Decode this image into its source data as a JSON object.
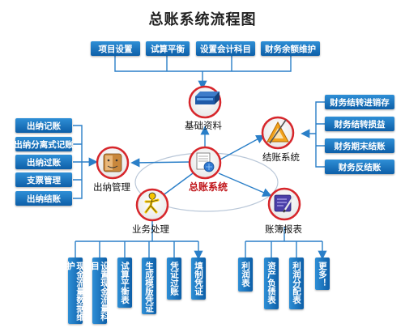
{
  "title": "总账系统流程图",
  "center": {
    "label": "总账系统",
    "icon": "document-globe-icon"
  },
  "nodes": {
    "basic": {
      "label": "基础资料",
      "icon": "server-icon"
    },
    "closing": {
      "label": "结账系统",
      "icon": "triangle-ruler-icon"
    },
    "cashier": {
      "label": "出纳管理",
      "icon": "finder-icon"
    },
    "business": {
      "label": "业务处理",
      "icon": "aim-runner-icon"
    },
    "reports": {
      "label": "账簿报表",
      "icon": "pen-document-icon"
    }
  },
  "top_items": [
    "项目设置",
    "试算平衡",
    "设置会计科目",
    "财务余额维护"
  ],
  "left_items": [
    "出纳记账",
    "出纳分离式记账",
    "出纳过账",
    "支票管理",
    "出纳结账"
  ],
  "right_items": [
    "财务结转进销存",
    "财务结转损益",
    "财务期末结账",
    "财务反结账"
  ],
  "bottom_business_items": [
    "现金流量数据维护",
    "设置现金流量科目",
    "试算平衡表",
    "生成模版凭证",
    "凭证过账",
    "填制凭证"
  ],
  "bottom_report_items": [
    "利润表",
    "资产负债表",
    "利润分配表",
    "更多！"
  ],
  "colors": {
    "box": "#1670c0",
    "connector": "#2a7fc8",
    "node_ring": "#d7262b",
    "center_text": "#c0151a"
  }
}
